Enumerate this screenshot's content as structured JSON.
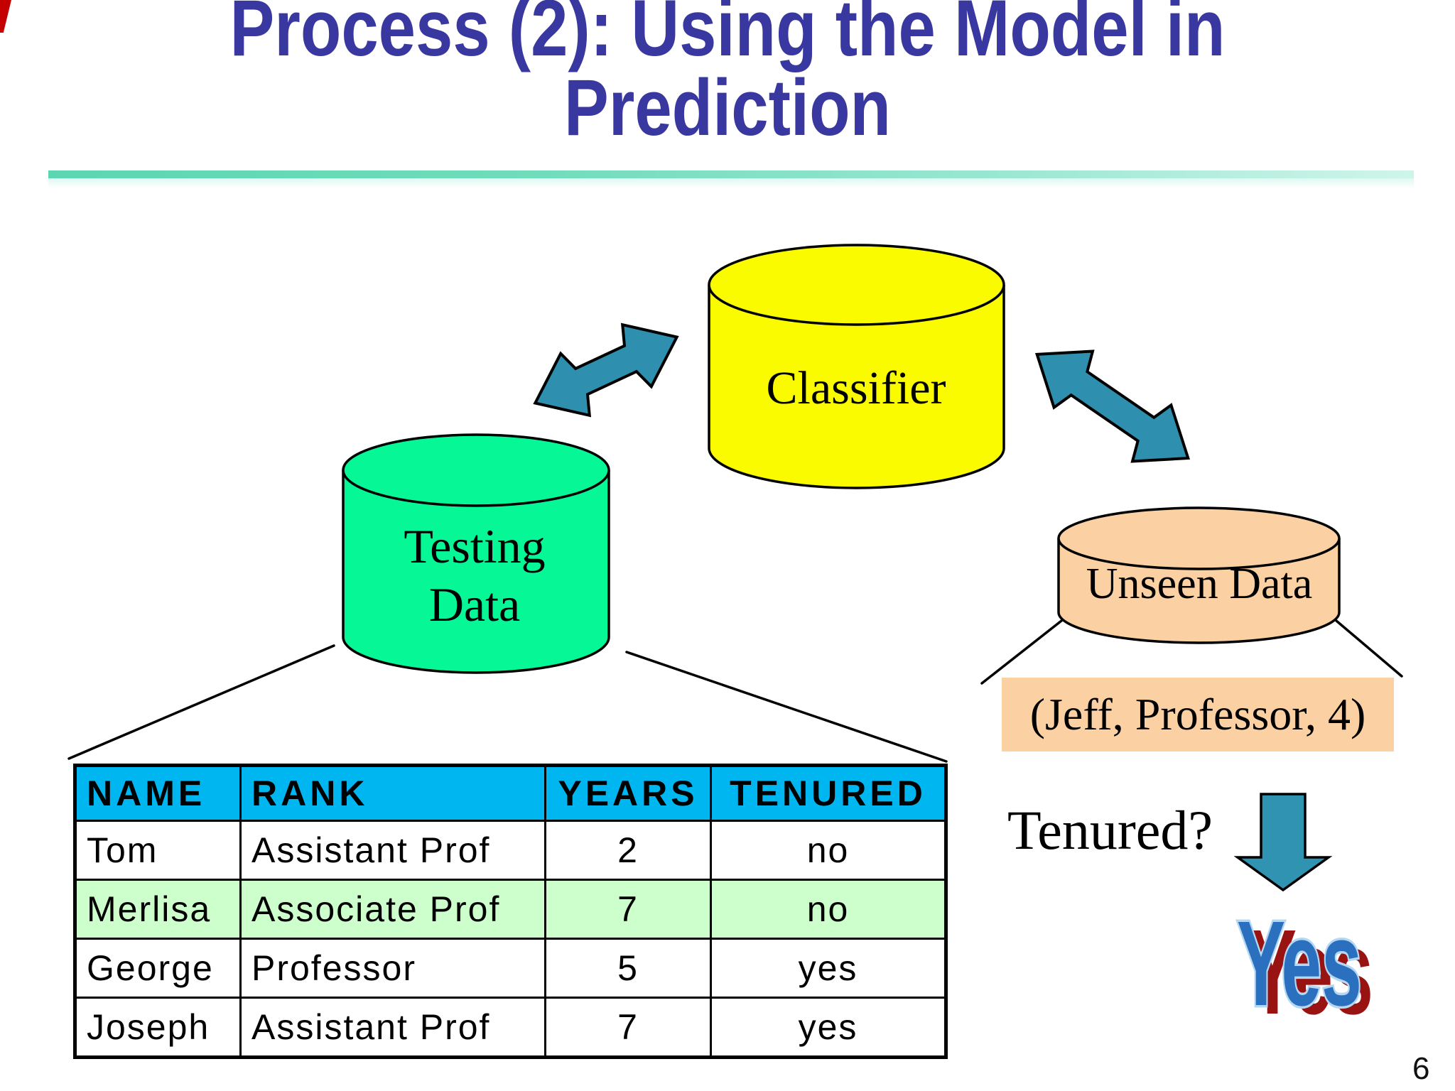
{
  "title": {
    "line1": "Process (2): Using the Model in",
    "line2": "Prediction"
  },
  "cylinders": {
    "classifier": {
      "label": "Classifier",
      "fill": "#FBFB00"
    },
    "testing": {
      "label_line1": "Testing",
      "label_line2": "Data",
      "fill": "#06F896"
    },
    "unseen": {
      "label": "Unseen Data",
      "fill": "#FBD0A3"
    }
  },
  "unseen_record": "(Jeff, Professor, 4)",
  "question": "Tenured?",
  "answer": "Yes",
  "page_number": "6",
  "table": {
    "headers": [
      "NAME",
      "RANK",
      "YEARS",
      "TENURED"
    ],
    "rows": [
      [
        "Tom",
        "Assistant Prof",
        "2",
        "no"
      ],
      [
        "Merlisa",
        "Associate Prof",
        "7",
        "no"
      ],
      [
        "George",
        "Professor",
        "5",
        "yes"
      ],
      [
        "Joseph",
        "Assistant Prof",
        "7",
        "yes"
      ]
    ],
    "highlight_row_index": 1
  },
  "colors": {
    "title_text": "#3838A0",
    "rule_gradient_start": "#5CD6B1",
    "rule_gradient_end": "#CFF5EA",
    "classifier_fill": "#FBFB00",
    "testing_fill": "#06F896",
    "unseen_fill": "#FBD0A3",
    "record_box_bg": "#FBD0A3",
    "arrow_teal": "#2E8FAF",
    "down_arrow_teal": "#2F93B1",
    "table_header_bg": "#00B6F0",
    "highlight_row_bg": "#CCFFCC",
    "wordart_fill": "#2B6FBF",
    "wordart_outline": "#B5D8F2",
    "wordart_shadow": "#9A1313"
  }
}
